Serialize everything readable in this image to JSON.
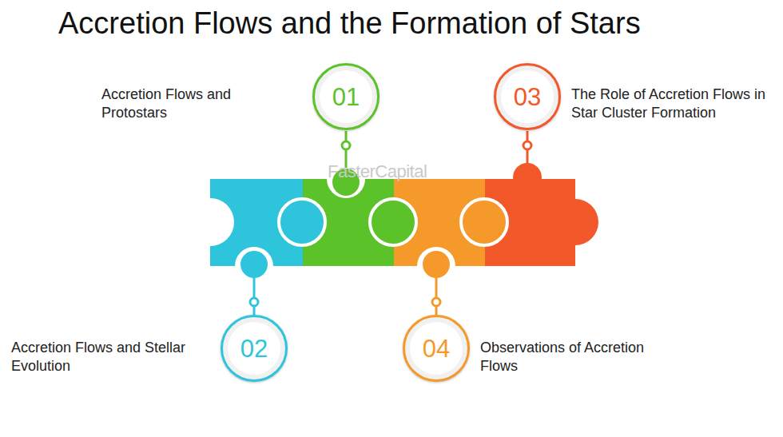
{
  "diagram": {
    "title": "Accretion Flows and the Formation of Stars",
    "nodes": [
      {
        "text": [
          "01",
          "Accretion Flows and Protostars"
        ]
      },
      {
        "text": [
          "02",
          "Accretion Flows and Stellar Evolution"
        ]
      },
      {
        "text": [
          "03",
          "The Role of Accretion Flows in Star Cluster Formation"
        ]
      },
      {
        "text": [
          "04",
          "Observations of Accretion Flows"
        ]
      }
    ],
    "labels": [
      "FasterCapital"
    ]
  }
}
